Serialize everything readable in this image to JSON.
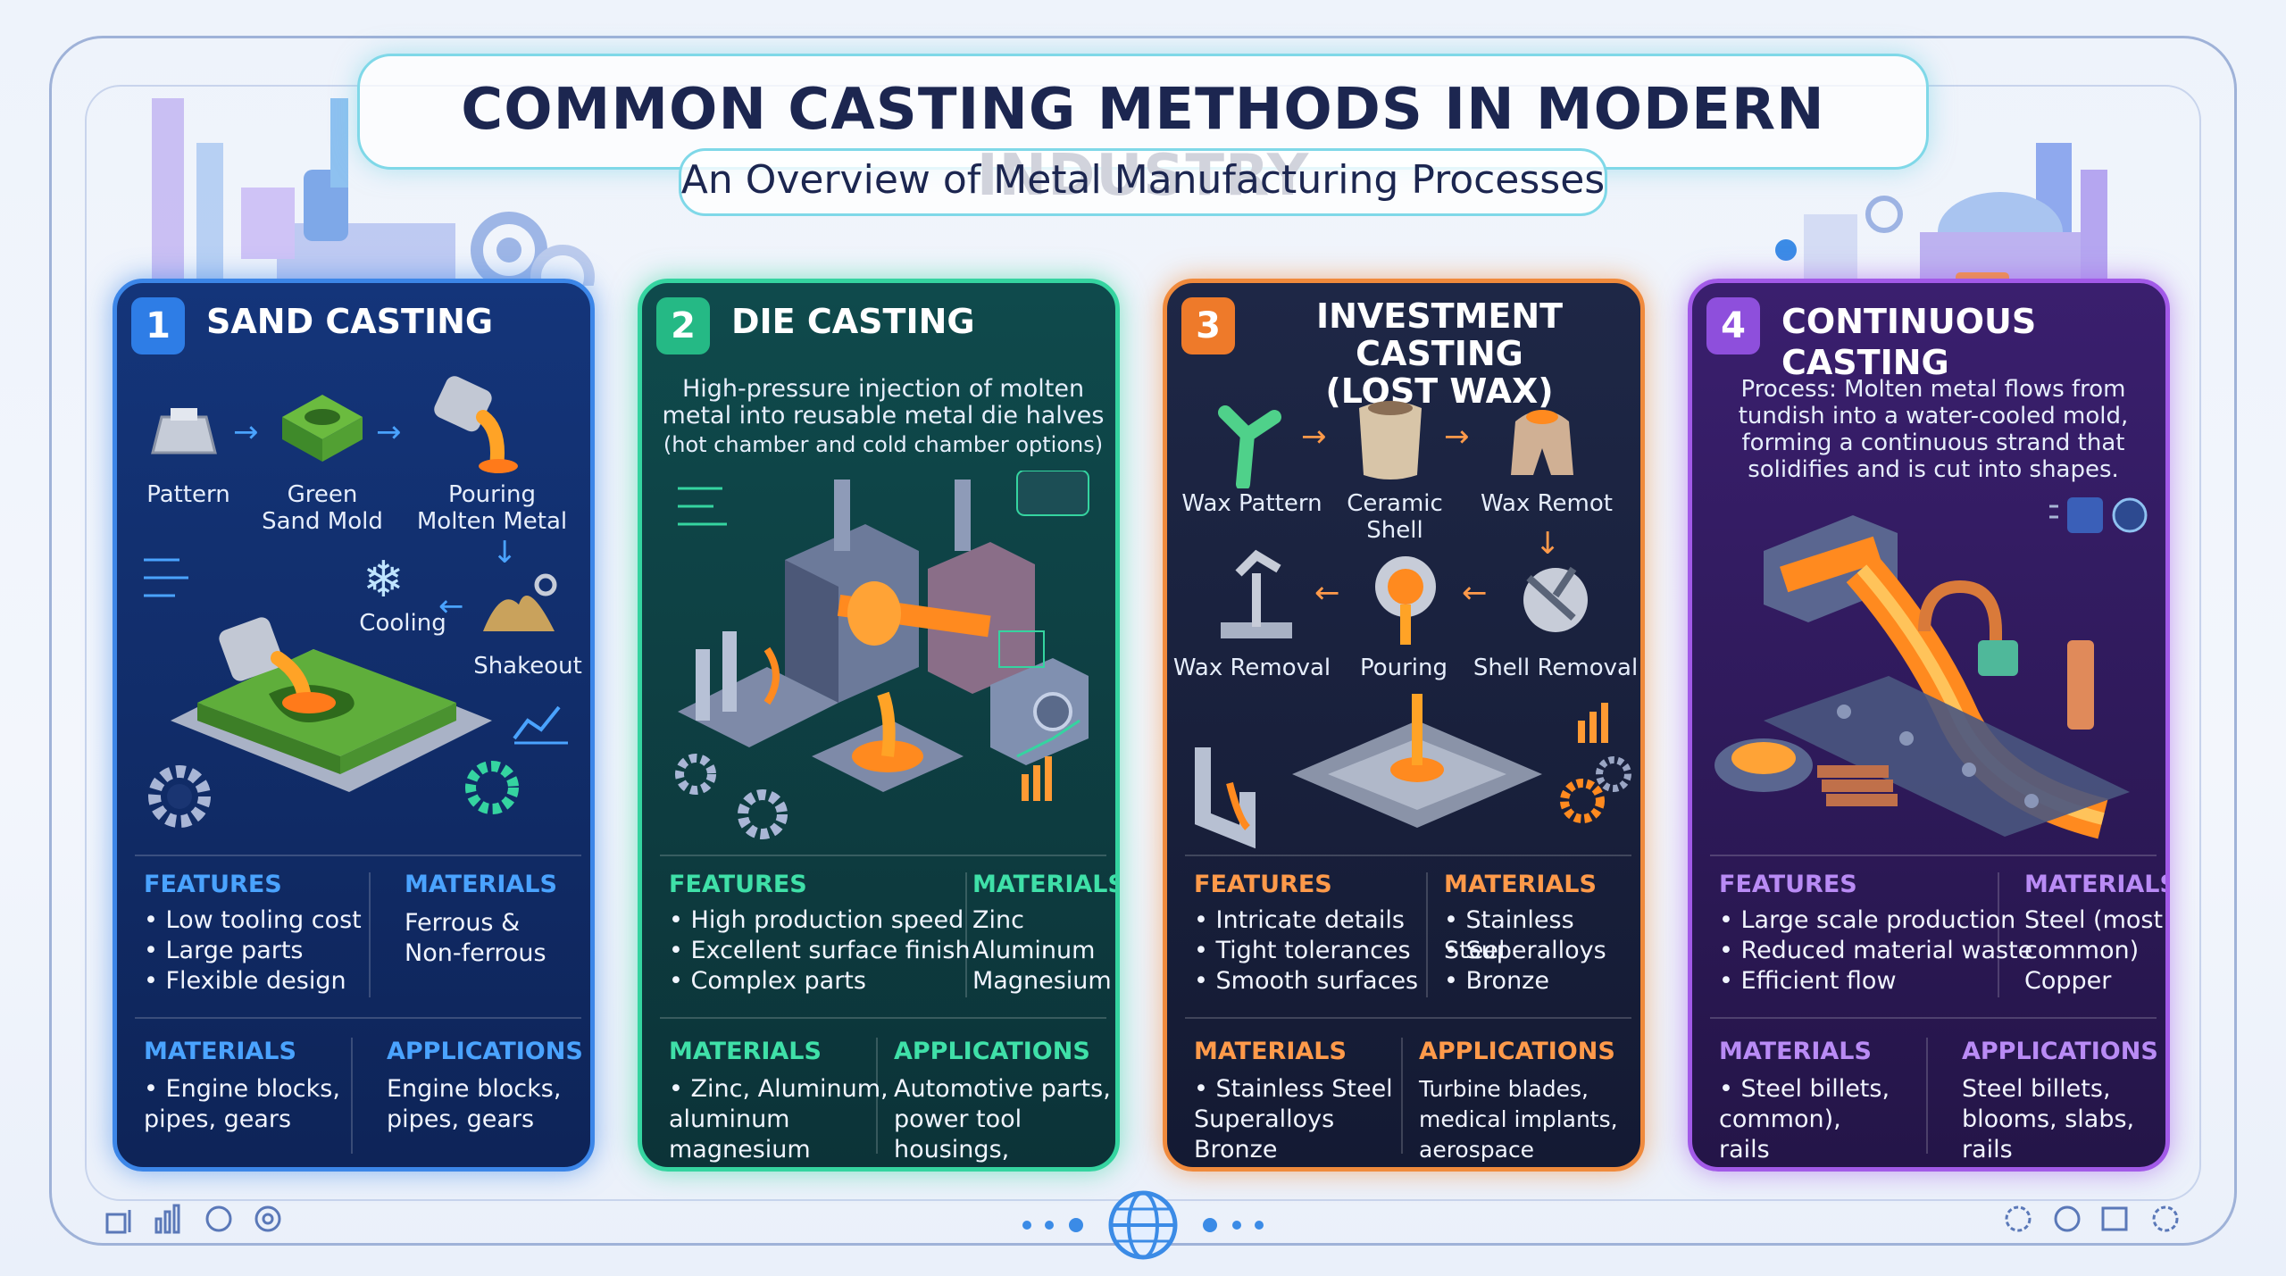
{
  "header": {
    "title": "COMMON CASTING METHODS IN MODERN INDUSTRY",
    "subtitle": "An Overview of Metal Manufacturing Processes"
  },
  "cards": [
    {
      "num": "1",
      "title": "SAND CASTING",
      "steps": [
        "Pattern",
        "Green\nSand Mold",
        "Pouring\nMolten Metal",
        "Cooling",
        "Shakeout"
      ],
      "features_h": "FEATURES",
      "features": [
        "Low tooling cost",
        "Large parts",
        "Flexible design"
      ],
      "materials_h": "MATERIALS",
      "materials": "Ferrous &\nNon-ferrous",
      "materials2_h": "MATERIALS",
      "materials2": [
        "Engine blocks,\npipes, gears"
      ],
      "apps_h": "APPLICATIONS",
      "apps": "Engine blocks,\npipes, gears"
    },
    {
      "num": "2",
      "title": "DIE CASTING",
      "desc": "High-pressure injection of molten\nmetal into reusable metal die halves",
      "desc2": "(hot chamber and cold chamber options)",
      "features_h": "FEATURES",
      "features": [
        "High production speed",
        "Excellent surface finish",
        "Complex parts"
      ],
      "materials_h": "MATERIALS",
      "materials": "Zinc\nAluminum\nMagnesium",
      "materials2_h": "MATERIALS",
      "materials2": [
        "Zinc, Aluminum,\naluminum\nmagnesium"
      ],
      "apps_h": "APPLICATIONS",
      "apps": "Automotive parts,\npower tool housings,\ntoy cars"
    },
    {
      "num": "3",
      "title": "INVESTMENT CASTING\n(LOST WAX)",
      "steps": [
        "Wax Pattern",
        "Ceramic\nShell",
        "Wax Remot",
        "Wax Removal",
        "Pouring",
        "Shell Removal"
      ],
      "features_h": "FEATURES",
      "features": [
        "Intricate details",
        "Tight tolerances",
        "Smooth surfaces"
      ],
      "materials_h": "MATERIALS",
      "materials_list": [
        "Stainless Steel",
        "Superalloys",
        "Bronze"
      ],
      "materials2_h": "MATERIALS",
      "materials2": [
        "Stainless Steel\nSuperalloys\nBronze"
      ],
      "apps_h": "APPLICATIONS",
      "apps": "Turbine blades,\nmedical implants,\naerospace components"
    },
    {
      "num": "4",
      "title": "CONTINUOUS CASTING",
      "desc": "Process: Molten metal flows from\ntundish into a water-cooled mold,\nforming a continuous strand that\nsolidifies and is cut into shapes.",
      "features_h": "FEATURES",
      "features": [
        "Large scale production",
        "Reduced material waste",
        "Efficient flow"
      ],
      "materials_h": "MATERIALS",
      "materials": "Steel (most\ncommon)\nCopper",
      "materials2_h": "MATERIALS",
      "materials2": [
        "Steel billets,\ncommon),\nrails"
      ],
      "apps_h": "APPLICATIONS",
      "apps": "Steel billets,\nblooms, slabs,\nrails"
    }
  ],
  "colors": {
    "blue": "#3c86e8",
    "green": "#35d4a0",
    "orange": "#f08a3c",
    "purple": "#a25ae8",
    "title": "#1c2650"
  }
}
